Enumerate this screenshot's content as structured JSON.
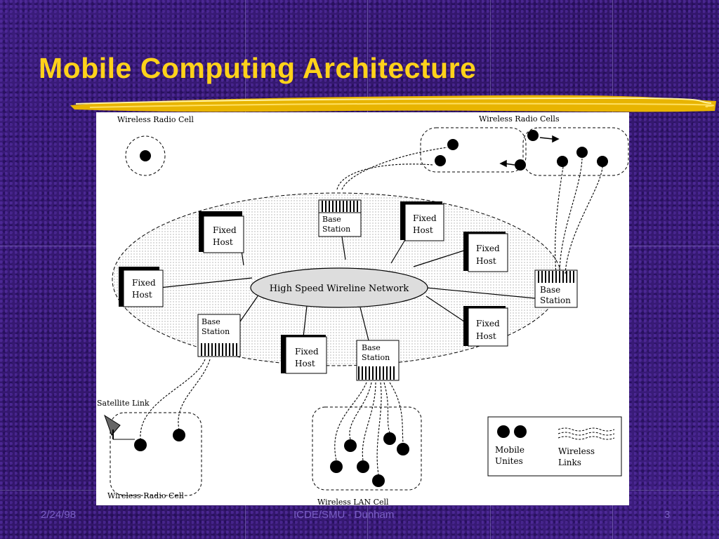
{
  "slide": {
    "title": "Mobile Computing Architecture",
    "footer_date": "2/24/98",
    "footer_center": "ICDE/SMU - Dunham",
    "page_number": "3"
  },
  "diagram": {
    "wireless_radio_cell_top": "Wireless Radio Cell",
    "wireless_radio_cells": "Wireless Radio Cells",
    "wireless_radio_cell_bottom": "Wireless Radio Cell",
    "wireless_lan_cell": "Wireless LAN Cell",
    "satellite_link": "Satellite Link",
    "network": "High Speed Wireline Network",
    "fixed_host_line1": "Fixed",
    "fixed_host_line2": "Host",
    "base_station_line1": "Base",
    "base_station_line2": "Station",
    "legend_mobile_line1": "Mobile",
    "legend_mobile_line2": "Unites",
    "legend_wireless_line1": "Wireless",
    "legend_wireless_line2": "Links"
  },
  "colors": {
    "background": "#3a1b78",
    "title": "#ffd21a",
    "footer": "#7a5fc4"
  }
}
